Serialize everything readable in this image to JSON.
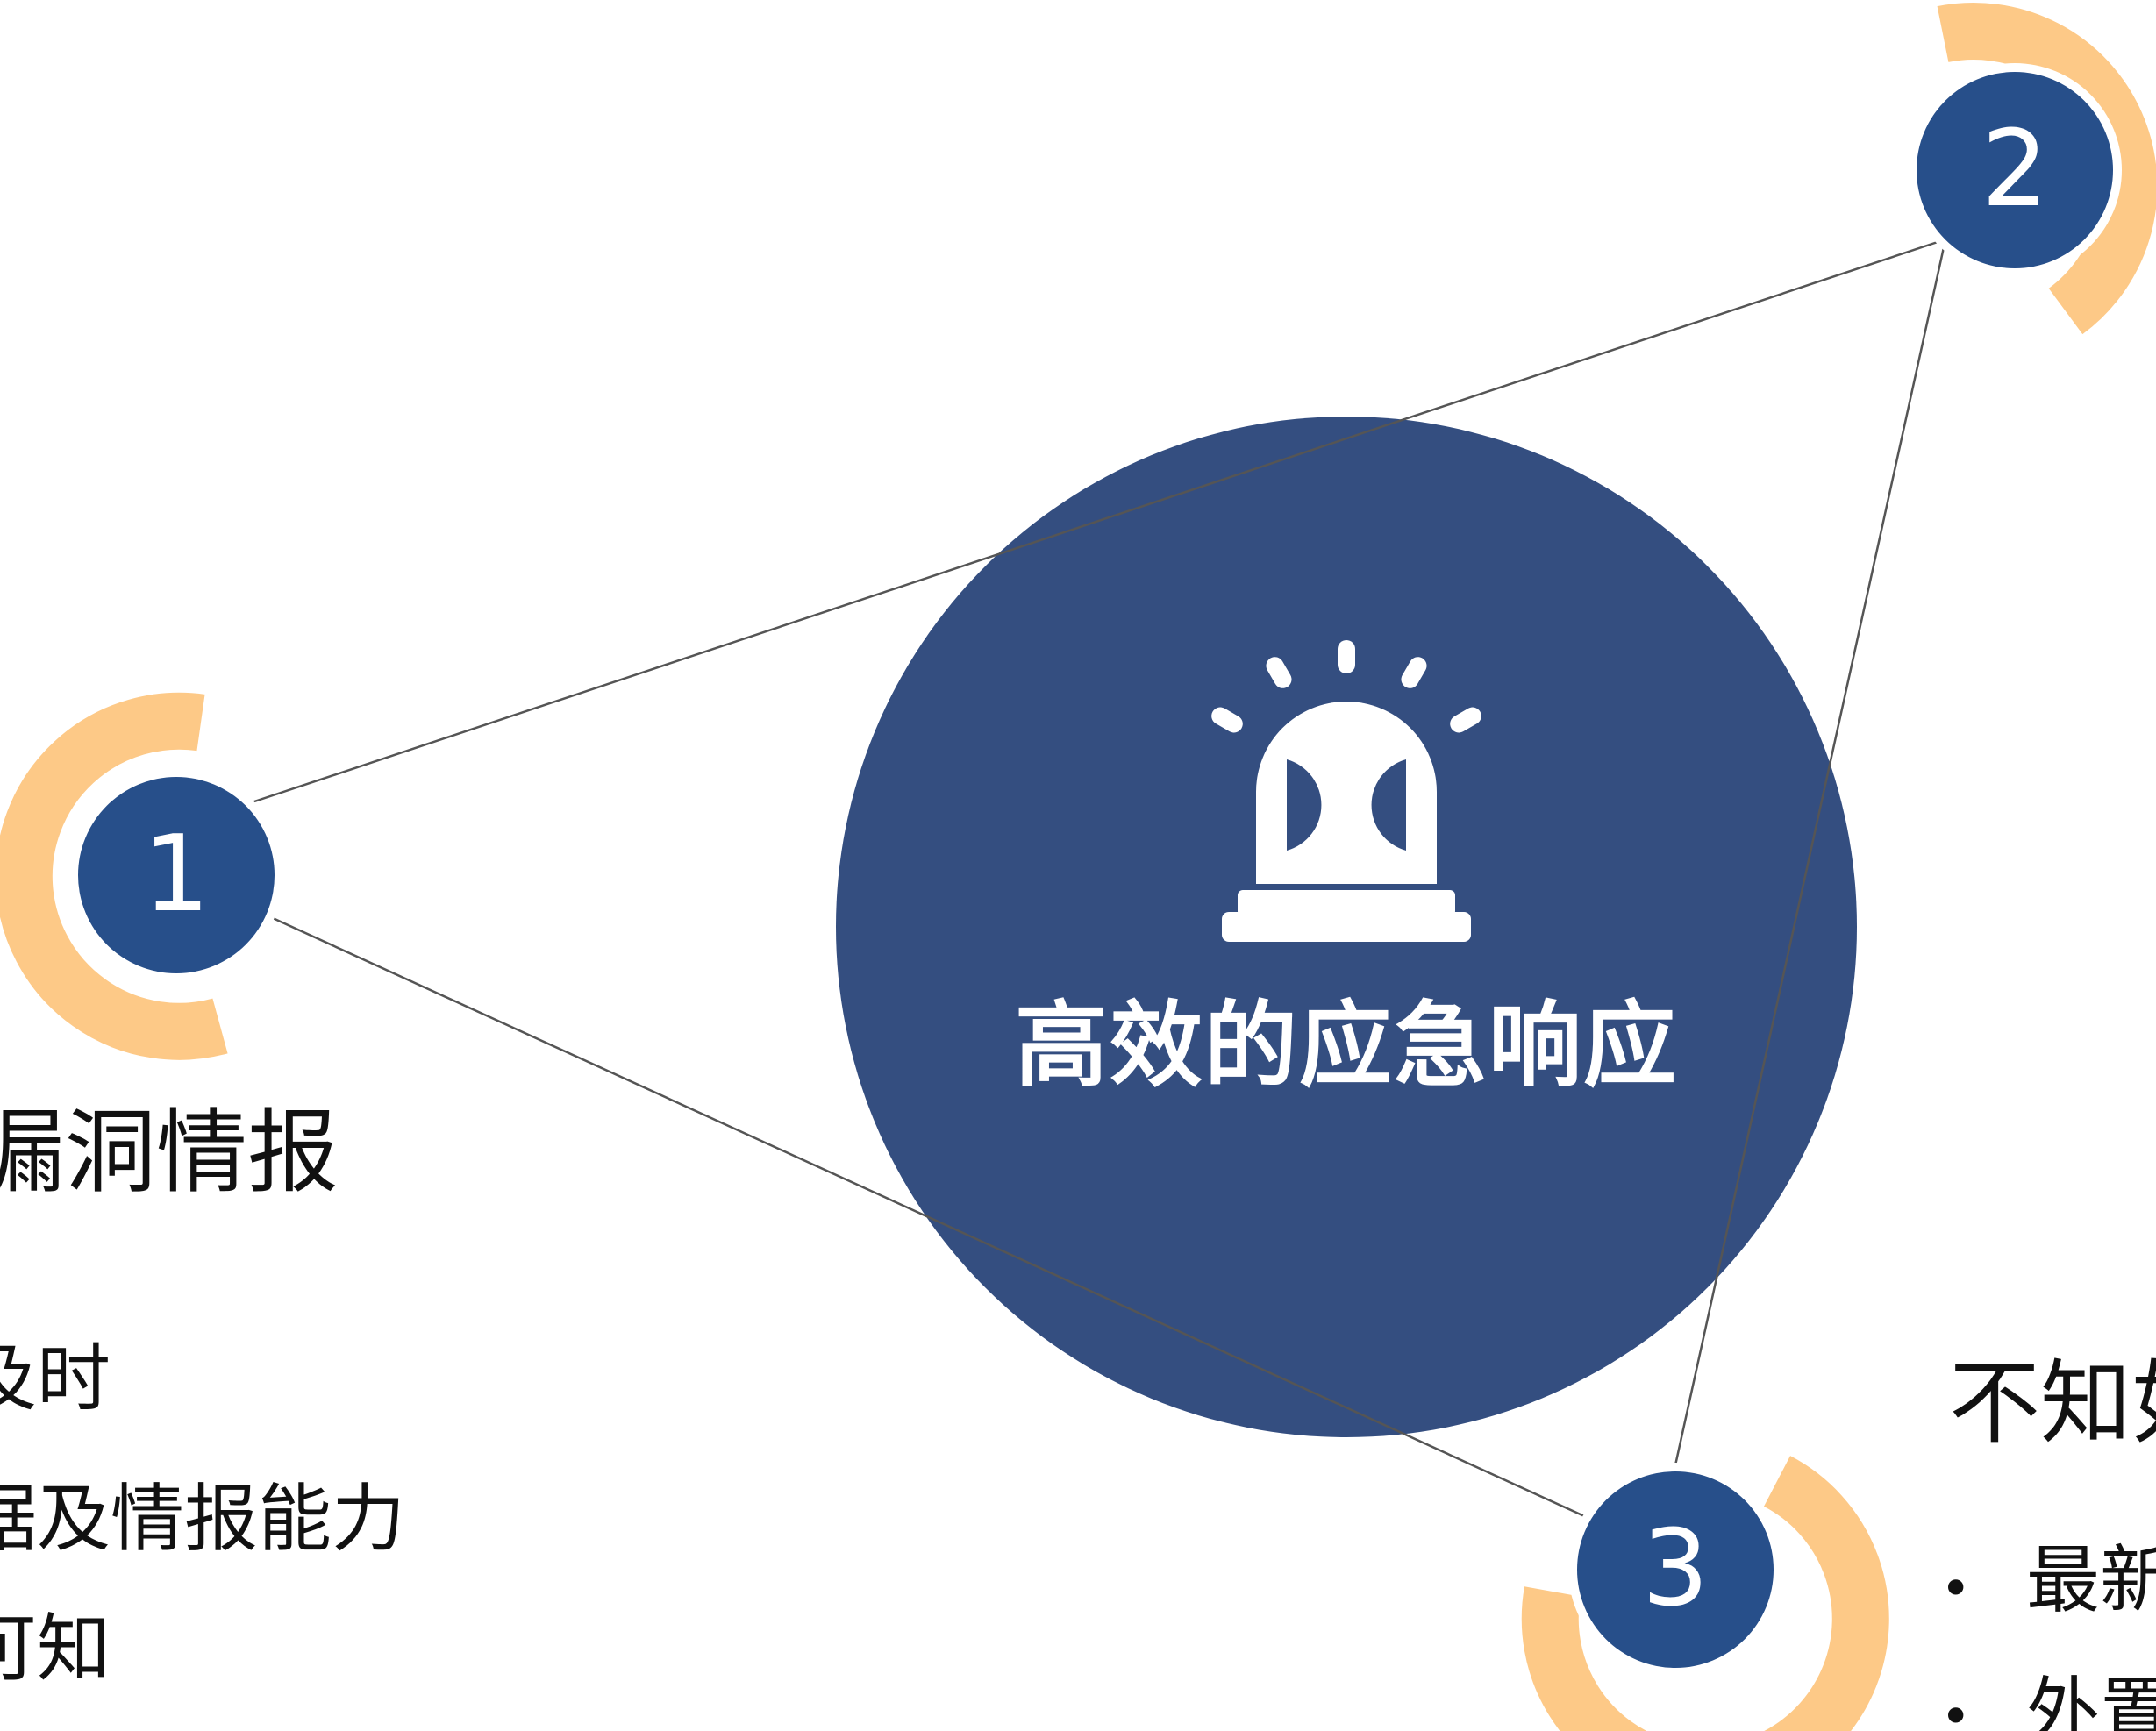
{
  "center": {
    "title": "高效的应急响应",
    "icon": "alarm-siren-icon",
    "fill": "#344E80"
  },
  "nodes": [
    {
      "number": "1"
    },
    {
      "number": "2"
    },
    {
      "number": "3"
    }
  ],
  "left_panel": {
    "heading": "漏洞情报",
    "items": [
      "及时",
      "据及情报能力",
      "可知"
    ]
  },
  "right_panel": {
    "heading": "不知如",
    "items": [
      "最新",
      "外置"
    ],
    "bullet": "•"
  },
  "colors": {
    "node_fill": "#274F8A",
    "ring": "#FDC987",
    "connector": "#555555",
    "text": "#111111"
  }
}
